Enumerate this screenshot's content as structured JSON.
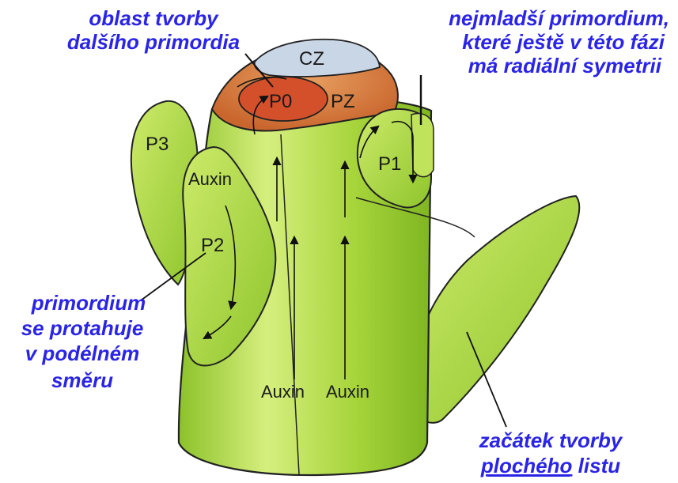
{
  "annotations": {
    "next_primordium_area": {
      "line1": "oblast tvorby",
      "line2": "dalšího primordia"
    },
    "youngest_primordium": {
      "line1": "nejmladší primordium,",
      "line2": "které ještě v této fázi",
      "line3": "má radiální symetrii"
    },
    "primordium_elongates": {
      "line1": "primordium",
      "line2": "se protahuje",
      "line3": "v podélném",
      "line4": "směru"
    },
    "flat_leaf_start": {
      "line1": "začátek tvorby",
      "line2_underlined": "plochého",
      "line2_rest": " listu"
    }
  },
  "zones": {
    "cz": "CZ",
    "p0": "P0",
    "pz": "PZ",
    "p1": "P1",
    "p2": "P2",
    "p3": "P3"
  },
  "auxin": {
    "p2_label": "Auxin",
    "stem_left": "Auxin",
    "stem_right": "Auxin"
  },
  "colors": {
    "annotation_text": "#2a24e6",
    "plant_green": "#a8d63a",
    "plant_green_light": "#d4ef7a",
    "cz_blue": "#c9d6e6",
    "pz_orange": "#d87a3e",
    "p0_red": "#d4502a"
  }
}
